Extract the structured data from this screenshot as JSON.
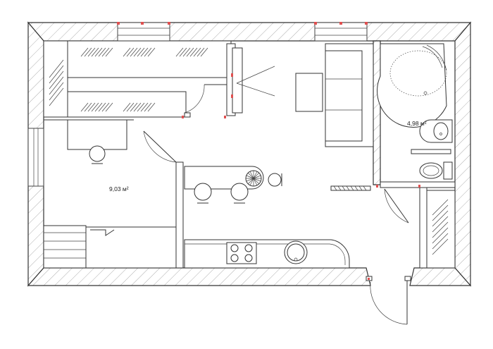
{
  "rooms": [
    {
      "id": "room-area-bedroom",
      "label": "9,03 м²"
    },
    {
      "id": "room-area-bathroom",
      "label": "4,98 м²"
    }
  ],
  "colors": {
    "wall_stroke": "#333333",
    "hatch": "#9a9a9a",
    "window_marker": "#e05050"
  }
}
